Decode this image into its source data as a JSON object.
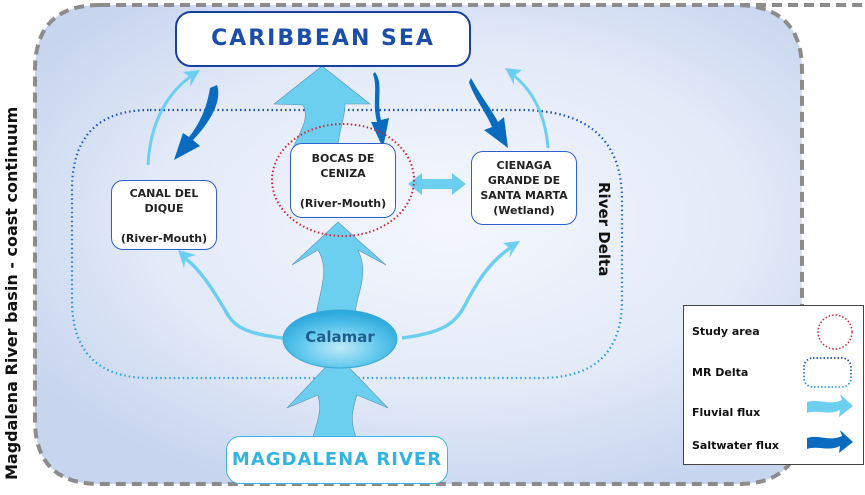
{
  "diagram": {
    "outer_label": "Magdalena River basin - coast continuum",
    "delta_label": "River Delta",
    "sea": "CARIBBEAN SEA",
    "river": "MAGDALENA RIVER",
    "hub": "Calamar",
    "nodes": [
      {
        "id": "canal-del-dique",
        "lines": [
          "CANAL DEL",
          "DIQUE",
          "",
          "(River-Mouth)"
        ]
      },
      {
        "id": "bocas-de-ceniza",
        "lines": [
          "BOCAS DE",
          "CENIZA",
          "",
          "(River-Mouth)"
        ]
      },
      {
        "id": "cienaga-grande",
        "lines": [
          "CIENAGA",
          "GRANDE DE",
          "SANTA MARTA",
          "(Wetland)"
        ]
      }
    ],
    "flows": [
      {
        "from": "MAGDALENA RIVER",
        "to": "Calamar",
        "type": "fluvial"
      },
      {
        "from": "Calamar",
        "to": "BOCAS DE CENIZA",
        "type": "fluvial"
      },
      {
        "from": "BOCAS DE CENIZA",
        "to": "CARIBBEAN SEA",
        "type": "fluvial"
      },
      {
        "from": "Calamar",
        "to": "CANAL DEL DIQUE",
        "type": "fluvial"
      },
      {
        "from": "Calamar",
        "to": "CIENAGA GRANDE DE SANTA MARTA",
        "type": "fluvial"
      },
      {
        "from": "CANAL DEL DIQUE",
        "to": "CARIBBEAN SEA",
        "type": "fluvial"
      },
      {
        "from": "CIENAGA GRANDE DE SANTA MARTA",
        "to": "CARIBBEAN SEA",
        "type": "fluvial"
      },
      {
        "from": "CARIBBEAN SEA",
        "to": "CANAL DEL DIQUE",
        "type": "saltwater"
      },
      {
        "from": "CARIBBEAN SEA",
        "to": "BOCAS DE CENIZA",
        "type": "saltwater"
      },
      {
        "from": "CARIBBEAN SEA",
        "to": "CIENAGA GRANDE DE SANTA MARTA",
        "type": "saltwater"
      },
      {
        "from": "BOCAS DE CENIZA",
        "to": "CIENAGA GRANDE DE SANTA MARTA",
        "type": "fluvial-bidirectional"
      }
    ]
  },
  "legend": {
    "items": [
      {
        "label": "Study area",
        "symbol": "red-dotted-circle"
      },
      {
        "label": "MR Delta",
        "symbol": "blue-dotted-rounded-rect"
      },
      {
        "label": "Fluvial flux",
        "symbol": "light-blue-arrow"
      },
      {
        "label": "Saltwater flux",
        "symbol": "dark-blue-arrow"
      }
    ]
  },
  "colors": {
    "fluvial": "#6dcff0",
    "saltwater": "#0b6bbf",
    "study_area": "#c8283a",
    "delta_outline": "#2a6fc6",
    "outer_dash": "#8a8a8a",
    "sea_text": "#1a4ea8",
    "river_text": "#33b4e0"
  }
}
